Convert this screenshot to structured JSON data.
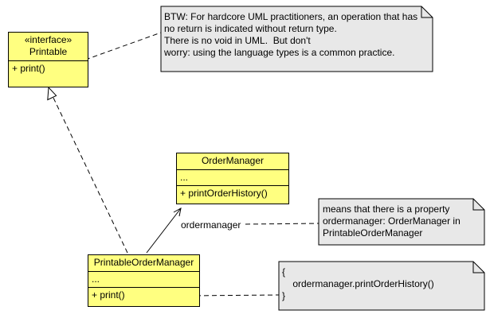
{
  "classes": {
    "printable": {
      "stereotype": "«interface»",
      "name": "Printable",
      "operations": [
        "+ print()"
      ]
    },
    "order_manager": {
      "name": "OrderManager",
      "attributes": [
        "..."
      ],
      "operations": [
        "+ printOrderHistory()"
      ]
    },
    "printable_order_manager": {
      "name": "PrintableOrderManager",
      "attributes": [
        "..."
      ],
      "operations": [
        "+ print()"
      ]
    }
  },
  "association": {
    "role_label": "ordermanager"
  },
  "notes": {
    "uml_void": "BTW: For hardcore UML practitioners, an operation that has\nno return is indicated without return type.\nThere is no void in UML.  But don't\nworry: using the language types is a common practice.",
    "property": "means that there is a property\nordermanager: OrderManager in\nPrintableOrderManager",
    "implementation": "{\n    ordermanager.printOrderHistory()\n}"
  },
  "colors": {
    "class_fill": "#ffff80",
    "note_fill": "#e8e8e8",
    "stroke": "#000000"
  }
}
